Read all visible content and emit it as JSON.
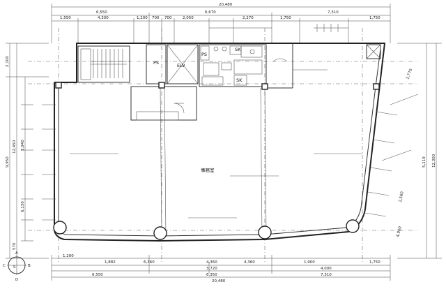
{
  "dims_top": {
    "overall": "20,480",
    "row1": [
      "6,550",
      "6,670",
      "7,310"
    ],
    "row2": [
      "1,550",
      "4,300",
      "1,200",
      "700",
      "700",
      "2,050",
      "2,270",
      "1,750",
      "1,750"
    ]
  },
  "dims_bottom": {
    "overall": "20,480",
    "row1": [
      "6,550",
      "6,350",
      "7,310"
    ],
    "row2": [
      "3,720"
    ],
    "row3": [
      "6,360",
      "4,360",
      "4,360"
    ],
    "row4": [
      "1,200",
      "1,882",
      "1,900",
      "4,000",
      "1,750"
    ]
  },
  "dims_left": [
    "2,100",
    "9,950",
    "12,450",
    "5,940",
    "6,130",
    "570"
  ],
  "dims_right": [
    "12,300",
    "5,119",
    "2,770",
    "2,560",
    "4,900"
  ],
  "rooms": {
    "ps1": "PS",
    "elv": "ELV",
    "ps2": "PS",
    "sk1": "SK",
    "sk2": "SK",
    "office": "事務室"
  },
  "compass": {
    "a": "A",
    "b": "B",
    "c": "C",
    "d": "D",
    "s": "S"
  }
}
